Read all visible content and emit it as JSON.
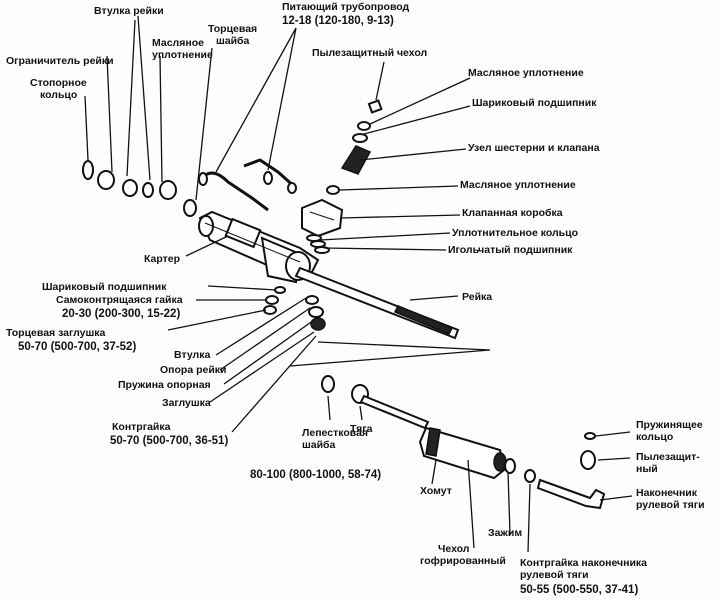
{
  "labels": {
    "vtulka_reiki": "Втулка рейки",
    "ogranichitel": "Ограничитель рейки",
    "maslyanoe_l1": "Масляное",
    "maslyanoe_l2": "уплотнение",
    "tortsevaya_l1": "Торцевая",
    "tortsevaya_l2": "шайба",
    "stopornoe_l1": "Стопорное",
    "stopornoe_l2": "кольцо",
    "pitayuschiy_l1": "Питающий трубопровод",
    "pitayuschiy_l2": "12-18 (120-180, 9-13)",
    "pylezaschitnyi": "Пылезащитный чехол",
    "masl_upl_r1": "Масляное уплотнение",
    "sharikovyi_r": "Шариковый подшипник",
    "uzel": "Узел шестерни и клапана",
    "masl_upl_r2": "Масляное уплотнение",
    "klapannaya": "Клапанная коробка",
    "uplotn_koltso": "Уплотнительное кольцо",
    "igolchatyi": "Игольчатый подшипник",
    "karter": "Картер",
    "sharikovyi_l": "Шариковый подшипник",
    "samokontr_l1": "Самоконтрящаяся гайка",
    "samokontr_l2": "20-30 (200-300, 15-22)",
    "reika": "Рейка",
    "tortsevaya_zagl": "Торцевая заглушка",
    "tortsevaya_zagl_val": "50-70 (500-700, 37-52)",
    "vtulka": "Втулка",
    "opora_reiki": "Опора рейки",
    "pruzhina": "Пружина опорная",
    "zaglushka": "Заглушка",
    "kontrgaika_l1": "Контргайка",
    "kontrgaika_l2": "50-70 (500-700, 36-51)",
    "lepestkovaya_l1": "Лепестковая",
    "lepestkovaya_l2": "шайба",
    "tyaga": "Тяга",
    "tyaga_val": "80-100 (800-1000, 58-74)",
    "khomut": "Хомут",
    "chekhol_l1": "Чехол",
    "chekhol_l2": "гофрированный",
    "zazhim": "Зажим",
    "kontrgaika_nak_l1": "Контргайка наконечника",
    "kontrgaika_nak_l2": "рулевой тяги",
    "kontrgaika_nak_val": "50-55 (500-550, 37-41)",
    "pruzh_koltso_l1": "Пружинящее",
    "pruzh_koltso_l2": "кольцо",
    "pylezasch_r_l1": "Пылезащит-",
    "pylezasch_r_l2": "ный",
    "nakonechnik_l1": "Наконечник",
    "nakonechnik_l2": "рулевой тяги"
  }
}
